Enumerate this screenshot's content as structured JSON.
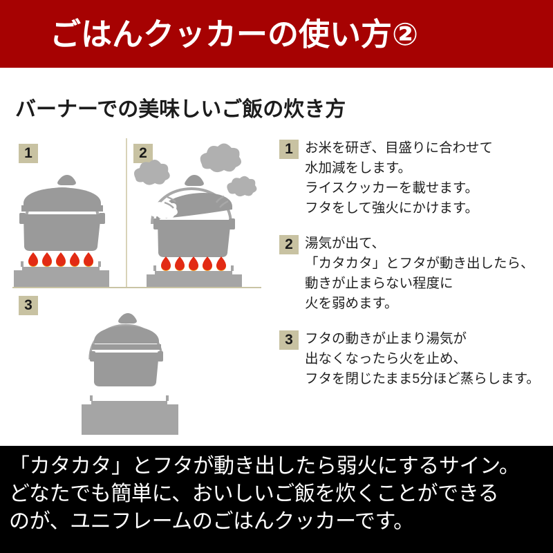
{
  "header": {
    "title": "ごはんクッカーの使い方②",
    "background_color": "#a60202",
    "text_color": "#ffffff"
  },
  "subtitle": "バーナーでの美味しいご飯の炊き方",
  "illustrations": {
    "accent_color": "#c8c2a2",
    "pot_color": "#9a9a9a",
    "steam_color": "#b0b0b0",
    "flame_top_color": "#e22b14",
    "flame_base_color": "#f0a52a",
    "panels": [
      {
        "number": "1",
        "caption": "pot-with-lid-on-lit-burner",
        "flames": true,
        "steam": false
      },
      {
        "number": "2",
        "caption": "pot-with-rattling-lid-and-steam-on-lit-burner",
        "flames": true,
        "steam": true
      },
      {
        "number": "3",
        "caption": "pot-with-lid-on-unlit-burner",
        "flames": false,
        "steam": false
      }
    ]
  },
  "steps": [
    {
      "number": "1",
      "lines": [
        "お米を研ぎ、目盛りに合わせて",
        "水加減をします。",
        "ライスクッカーを載せます。",
        "フタをして強火にかけます。"
      ]
    },
    {
      "number": "2",
      "lines": [
        "湯気が出て、",
        "「カタカタ」とフタが動き出したら、",
        "動きが止まらない程度に",
        "火を弱めます。"
      ]
    },
    {
      "number": "3",
      "lines": [
        "フタの動きが止まり湯気が",
        "出なくなったら火を止め、",
        "フタを閉じたまま5分ほど蒸らします。"
      ]
    }
  ],
  "footer": {
    "background_color": "#000000",
    "text_color": "#ffffff",
    "lines": [
      "「カタカタ」とフタが動き出したら弱火にするサイン。",
      "どなたでも簡単に、おいしいご飯を炊くことができる",
      "のが、ユニフレームのごはんクッカーです。"
    ]
  }
}
